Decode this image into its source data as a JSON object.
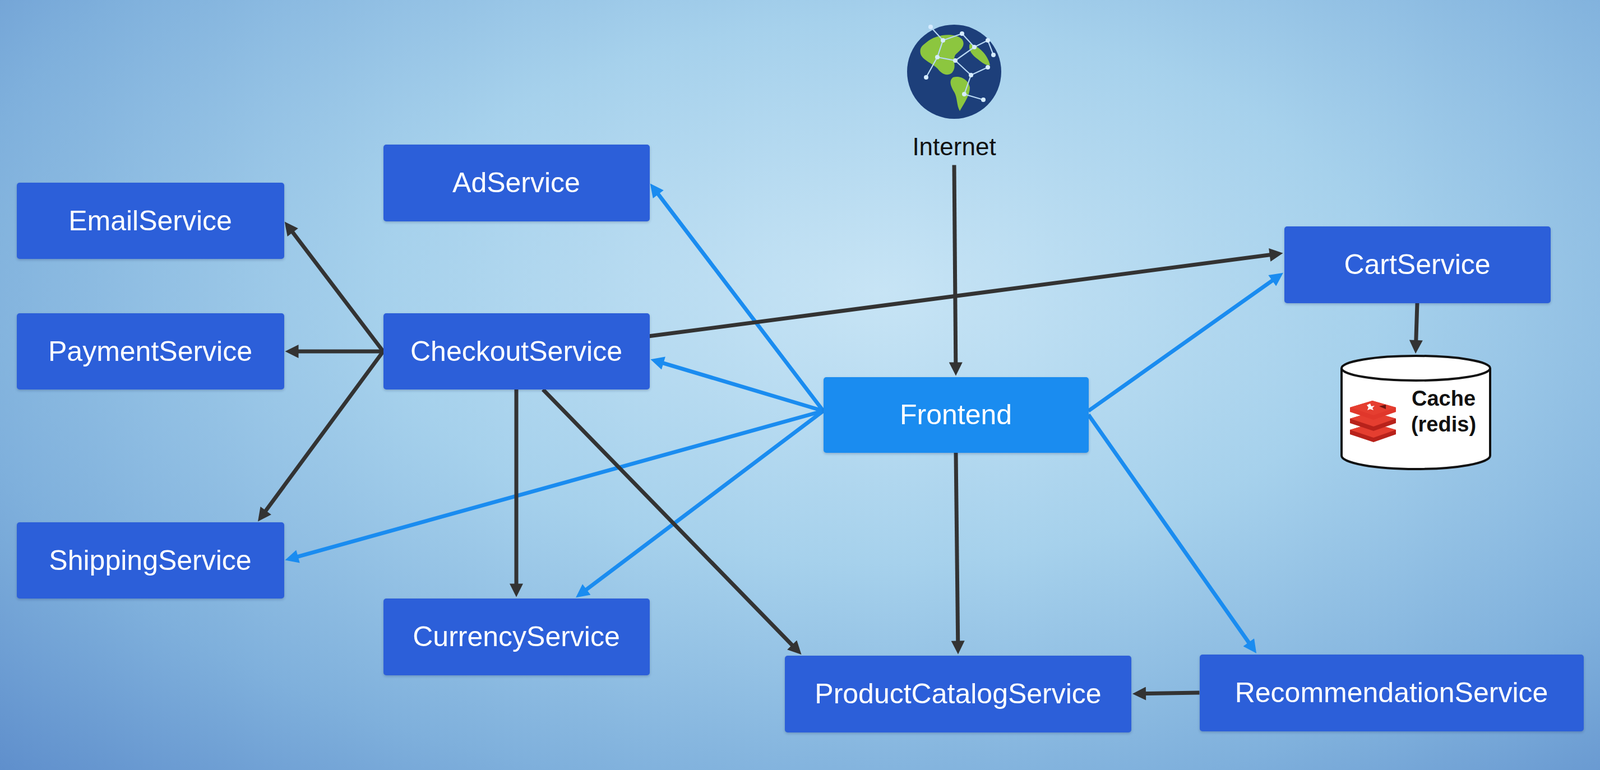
{
  "diagram": {
    "nodes": [
      {
        "text": [
          "Internet"
        ]
      },
      {
        "text": [
          "AdService"
        ]
      },
      {
        "text": [
          "EmailService"
        ]
      },
      {
        "text": [
          "CartService"
        ]
      },
      {
        "text": [
          "CheckoutService"
        ]
      },
      {
        "text": [
          "PaymentService"
        ]
      },
      {
        "text": [
          "Frontend"
        ]
      },
      {
        "text": [
          "Cache (redis)"
        ]
      },
      {
        "text": [
          "ShippingService"
        ]
      },
      {
        "text": [
          "CurrencyService"
        ]
      },
      {
        "text": [
          "ProductCatalogService"
        ]
      },
      {
        "text": [
          "RecommendationService"
        ]
      }
    ],
    "edges": [
      {
        "from": 0,
        "to": 6,
        "arrow": "to"
      },
      {
        "from": 6,
        "to": 1,
        "arrow": "to"
      },
      {
        "from": 6,
        "to": 4,
        "arrow": "to"
      },
      {
        "from": 6,
        "to": 8,
        "arrow": "to"
      },
      {
        "from": 6,
        "to": 9,
        "arrow": "to"
      },
      {
        "from": 6,
        "to": 3,
        "arrow": "to"
      },
      {
        "from": 6,
        "to": 11,
        "arrow": "to"
      },
      {
        "from": 6,
        "to": 10,
        "arrow": "to"
      },
      {
        "from": 4,
        "to": 2,
        "arrow": "to"
      },
      {
        "from": 4,
        "to": 5,
        "arrow": "to"
      },
      {
        "from": 4,
        "to": 8,
        "arrow": "to"
      },
      {
        "from": 4,
        "to": 3,
        "arrow": "to"
      },
      {
        "from": 4,
        "to": 9,
        "arrow": "to"
      },
      {
        "from": 4,
        "to": 10,
        "arrow": "to"
      },
      {
        "from": 3,
        "to": 7,
        "arrow": "to"
      },
      {
        "from": 11,
        "to": 10,
        "arrow": "to"
      }
    ]
  }
}
